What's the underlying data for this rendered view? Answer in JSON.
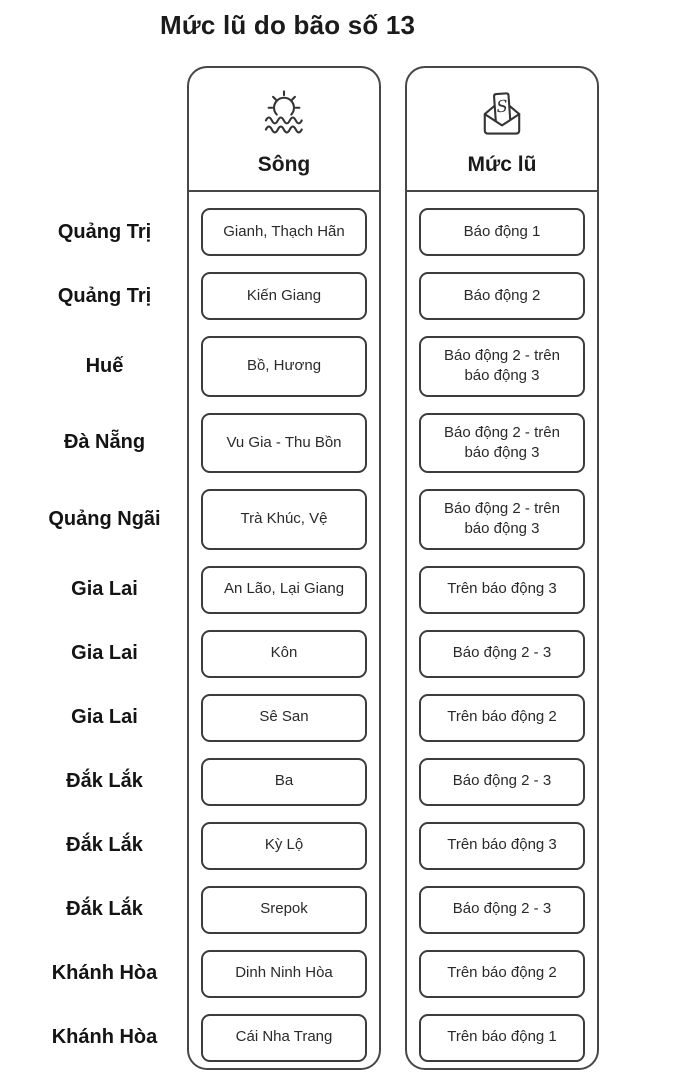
{
  "title": "Mức lũ do bão số 13",
  "columns": {
    "river": {
      "label": "Sông",
      "icon": "sun-over-waves-icon"
    },
    "flood": {
      "label": "Mức lũ",
      "icon": "open-envelope-letter-icon"
    }
  },
  "rows": [
    {
      "province": "Quảng Trị",
      "river": "Gianh, Thạch Hãn",
      "level": "Báo động 1"
    },
    {
      "province": "Quảng Trị",
      "river": "Kiến Giang",
      "level": "Báo động 2"
    },
    {
      "province": "Huế",
      "river": "Bồ, Hương",
      "level": "Báo động 2 - trên\nbáo động 3"
    },
    {
      "province": "Đà Nẵng",
      "river": "Vu Gia - Thu Bồn",
      "level": "Báo động 2 - trên\nbáo động 3"
    },
    {
      "province": "Quảng Ngãi",
      "river": "Trà Khúc, Vệ",
      "level": "Báo động 2 - trên\nbáo động 3"
    },
    {
      "province": "Gia Lai",
      "river": "An Lão, Lại Giang",
      "level": "Trên báo động 3"
    },
    {
      "province": "Gia Lai",
      "river": "Kôn",
      "level": "Báo động 2 - 3"
    },
    {
      "province": "Gia Lai",
      "river": "Sê San",
      "level": "Trên báo động 2"
    },
    {
      "province": "Đắk Lắk",
      "river": "Ba",
      "level": "Báo động 2 - 3"
    },
    {
      "province": "Đắk Lắk",
      "river": "Kỳ Lộ",
      "level": "Trên báo động 3"
    },
    {
      "province": "Đắk Lắk",
      "river": "Srepok",
      "level": "Báo động 2 - 3"
    },
    {
      "province": "Khánh Hòa",
      "river": "Dinh Ninh Hòa",
      "level": "Trên báo động 2"
    },
    {
      "province": "Khánh Hòa",
      "river": "Cái Nha Trang",
      "level": "Trên báo động 1"
    }
  ],
  "colors": {
    "background": "#ffffff",
    "text": "#202020",
    "column_border": "#474747",
    "pill_border": "#3c3c3c"
  }
}
